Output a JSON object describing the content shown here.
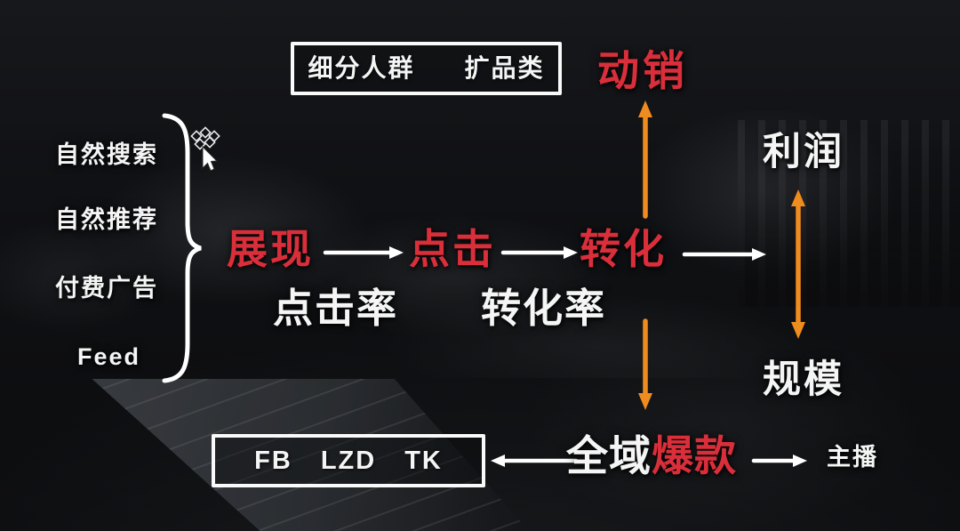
{
  "slide": {
    "strategy_box": {
      "labels": [
        "细分人群",
        "扩品类"
      ]
    },
    "north_metric": "动销",
    "traffic_sources": [
      "自然搜索",
      "自然推荐",
      "付费广告",
      "Feed"
    ],
    "funnel": {
      "stages": [
        "展现",
        "点击",
        "转化"
      ],
      "rate_labels": [
        "点击率",
        "转化率"
      ]
    },
    "outcome_axis": {
      "top": "利润",
      "bottom": "规模"
    },
    "bottom_flow": {
      "channel_box": [
        "FB",
        "LZD",
        "TK"
      ],
      "hub": {
        "white_part": "全域",
        "red_part": "爆款"
      },
      "right_node": "主播"
    }
  },
  "icons": {
    "cursor": "mouse-pointer",
    "cursor_tool": "diamond-pattern-cluster"
  },
  "colors": {
    "red": "#da2f3b",
    "orange": "#ef8c1f",
    "text": "#f5f5f5"
  }
}
